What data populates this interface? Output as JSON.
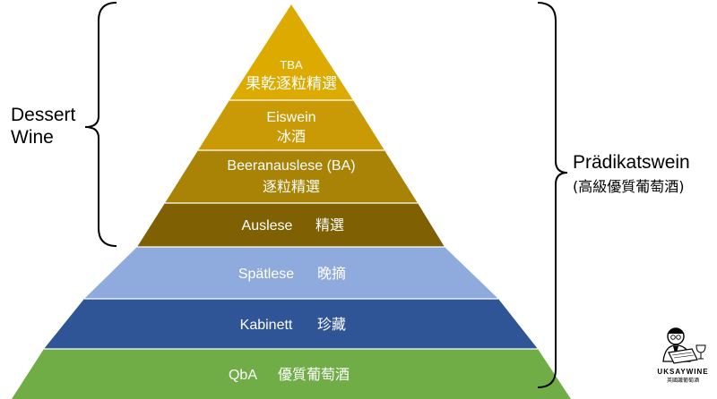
{
  "pyramid": {
    "tiers": [
      {
        "key": "tba",
        "en": "TBA",
        "zh": "果乾逐粒精選",
        "color": "#DDAA00"
      },
      {
        "key": "eiswein",
        "en": "Eiswein",
        "zh": "冰酒",
        "color": "#C99A05"
      },
      {
        "key": "ba",
        "en": "Beeranauslese (BA)",
        "zh": "逐粒精選",
        "color": "#A98306"
      },
      {
        "key": "auslese",
        "en": "Auslese",
        "zh": "精選",
        "color": "#7F6104"
      },
      {
        "key": "spatlese",
        "en": "Spätlese",
        "zh": "晚摘",
        "color": "#8FAADC"
      },
      {
        "key": "kabinett",
        "en": "Kabinett",
        "zh": "珍藏",
        "color": "#2F5597"
      },
      {
        "key": "qba",
        "en": "QbA",
        "zh": "優質葡萄酒",
        "color": "#70AD47"
      }
    ]
  },
  "left_label": {
    "line1": "Dessert",
    "line2": "Wine"
  },
  "right_label": {
    "line1": "Prädikatswein",
    "line2": "(高級優質葡萄酒)"
  },
  "logo": {
    "name": "UKSAYWINE",
    "sub": "英國識葡萄酒"
  }
}
